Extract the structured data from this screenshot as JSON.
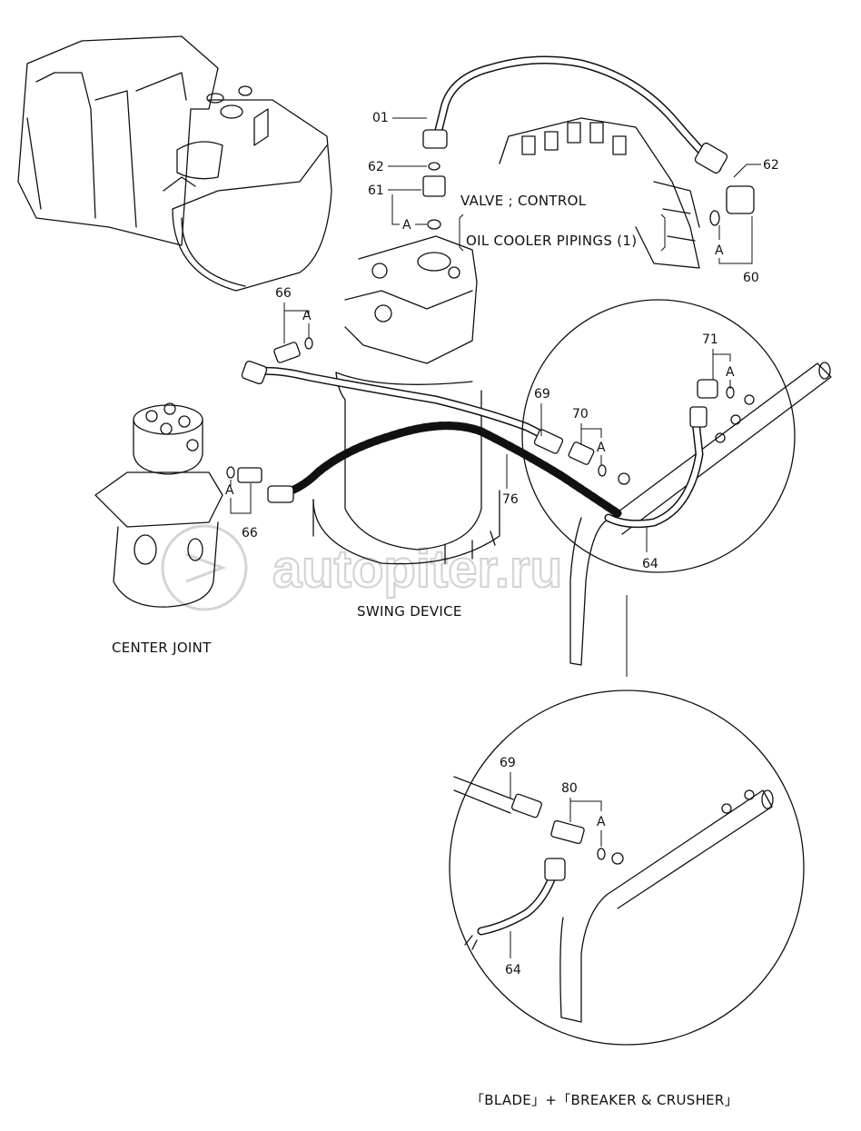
{
  "labels": {
    "valve_control": "VALVE ; CONTROL",
    "oil_cooler": "OIL COOLER PIPINGS (1)",
    "swing_device": "SWING DEVICE",
    "center_joint": "CENTER JOINT",
    "footer": "「BLADE」+「BREAKER & CRUSHER」",
    "watermark": "autopiter.ru"
  },
  "callouts": {
    "c01": "01",
    "c62a": "62",
    "c61": "61",
    "cA61": "A",
    "c62b": "62",
    "cA60": "A",
    "c60": "60",
    "c66a": "66",
    "cA66a": "A",
    "c71": "71",
    "cA71": "A",
    "c69a": "69",
    "c70": "70",
    "cA70": "A",
    "c76": "76",
    "c64a": "64",
    "cA66b": "A",
    "c66b": "66",
    "c69b": "69",
    "c80": "80",
    "cA80": "A",
    "c64b": "64"
  }
}
